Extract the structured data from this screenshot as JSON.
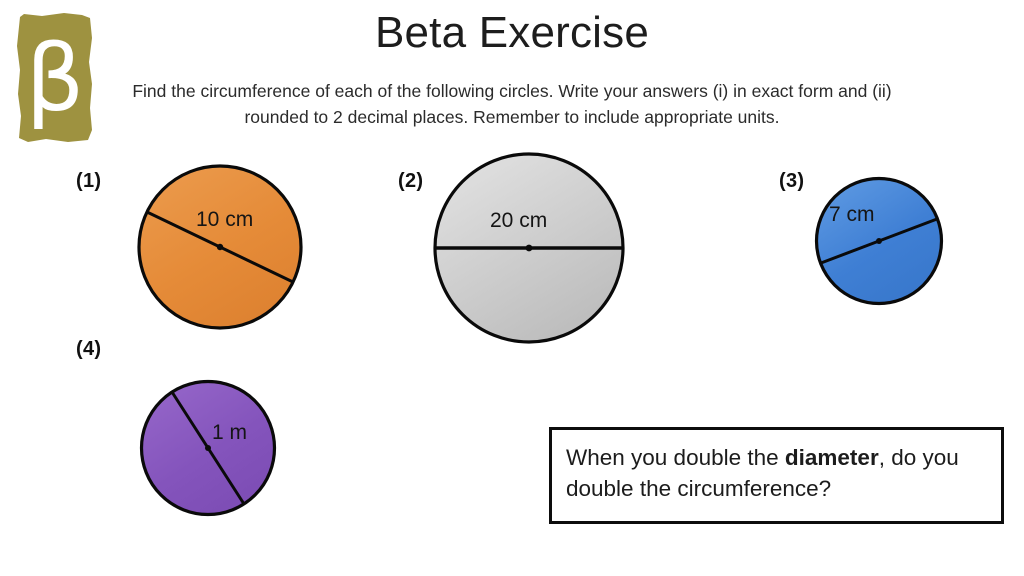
{
  "logo": {
    "glyph": "β",
    "color": "#9e9240",
    "glyph_color": "#ffffff",
    "name": "beta-logo"
  },
  "header": {
    "title": "Beta Exercise",
    "instructions": "Find the circumference of each of the following circles. Write your answers (i) in exact form and (ii) rounded to 2 decimal places. Remember to include appropriate units."
  },
  "figures": [
    {
      "label": "(1)",
      "dimension": "10 cm",
      "fill": "#e58b38",
      "fill_light": "#eb9a4c",
      "stroke": "#0a0a0a",
      "shape": "circle"
    },
    {
      "label": "(2)",
      "dimension": "20 cm",
      "fill": "#c9c9c9",
      "fill_light": "#dedede",
      "stroke": "#0a0a0a",
      "shape": "circle"
    },
    {
      "label": "(3)",
      "dimension": "7 cm",
      "fill": "#3f7fd4",
      "fill_light": "#5a96e0",
      "stroke": "#0a0a0a",
      "shape": "circle"
    },
    {
      "label": "(4)",
      "dimension": "1 m",
      "fill": "#8454bc",
      "fill_light": "#9566c9",
      "stroke": "#0a0a0a",
      "shape": "circle"
    }
  ],
  "question_box": {
    "text_before": "When you double the ",
    "emphasis": "diameter",
    "text_after": ", do you double the circumference?",
    "border_color": "#0d0d0d"
  }
}
